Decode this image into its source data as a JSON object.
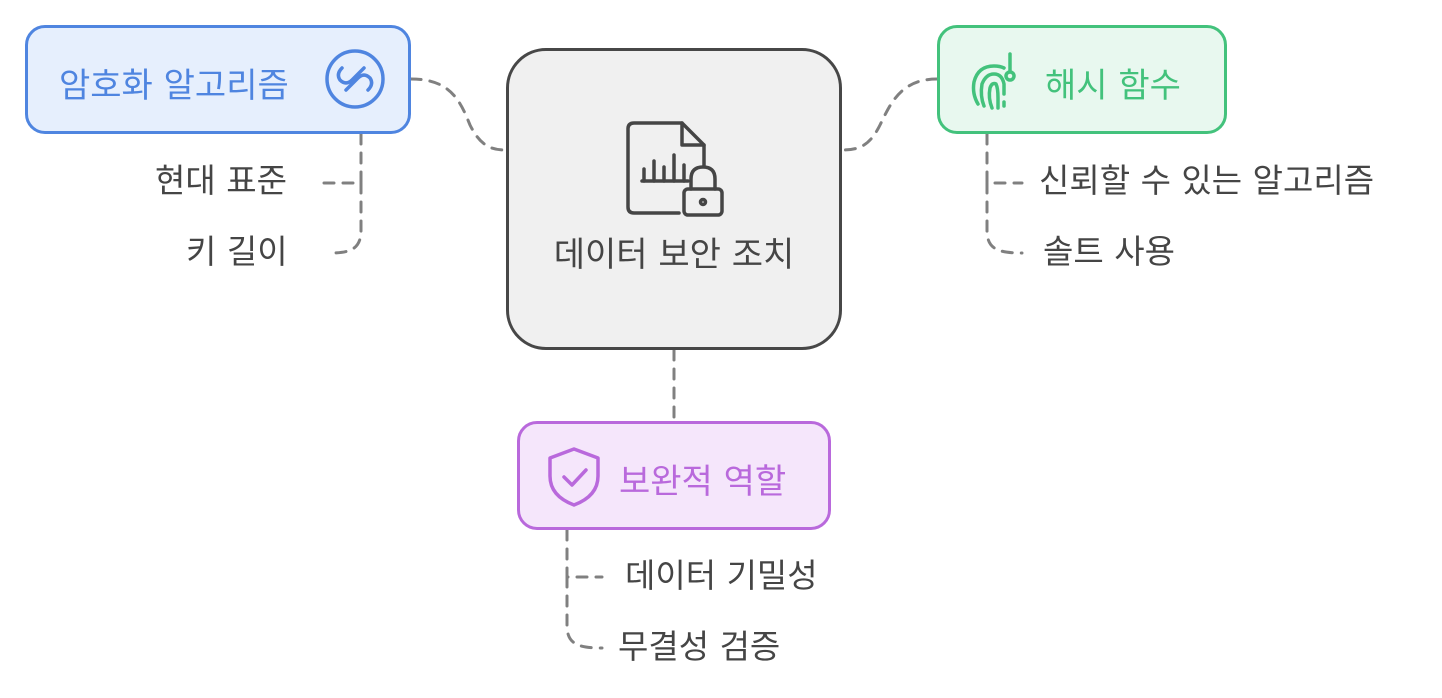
{
  "center": {
    "title": "데이터 보안 조치",
    "icon": "file-chart-lock-icon"
  },
  "branches": {
    "encryption": {
      "label": "암호화 알고리즘",
      "icon": "encryption-icon",
      "color": "#4f85e0",
      "items": [
        "현대 표준",
        "키 길이"
      ]
    },
    "hash": {
      "label": "해시 함수",
      "icon": "fingerprint-icon",
      "color": "#43c27c",
      "items": [
        "신뢰할 수 있는 알고리즘",
        "솔트 사용"
      ]
    },
    "complement": {
      "label": "보완적 역할",
      "icon": "shield-check-icon",
      "color": "#b969dc",
      "items": [
        "데이터 기밀성",
        "무결성 검증"
      ]
    }
  }
}
